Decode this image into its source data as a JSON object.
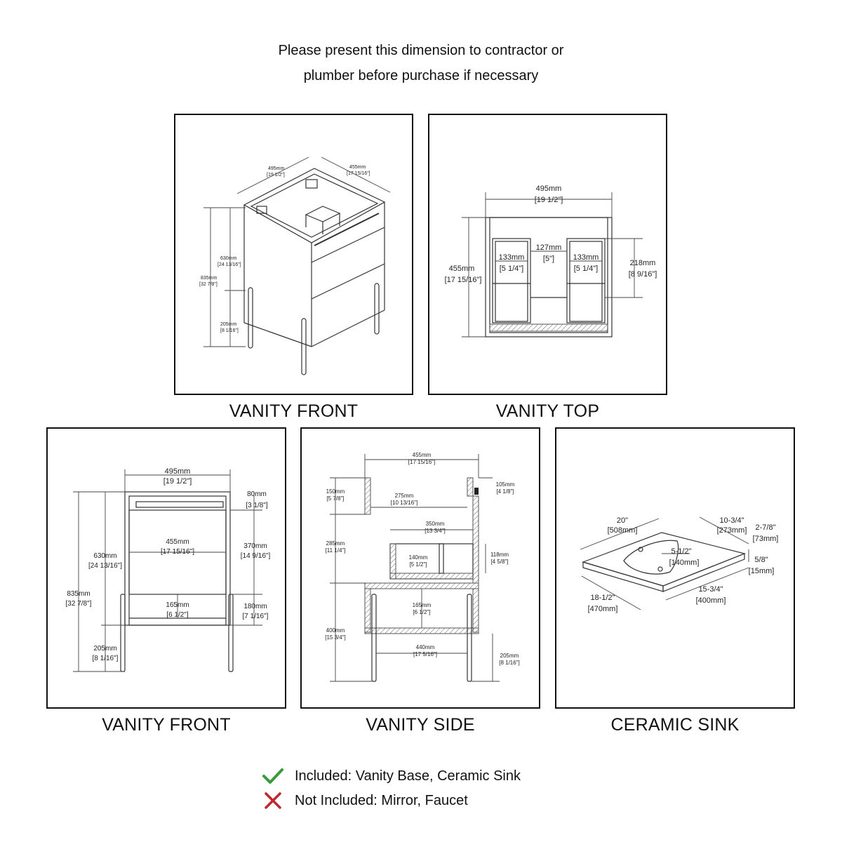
{
  "header": {
    "line1": "Please present this dimension to contractor or",
    "line2": "plumber before purchase if necessary"
  },
  "panels": {
    "front_iso": {
      "caption": "VANITY FRONT",
      "labels": {
        "w_mm": "495mm",
        "w_in": "[19 1/2\"]",
        "d_mm": "455mm",
        "d_in": "[17 15/16\"]",
        "cab_mm": "630mm",
        "cab_in": "[24 13/16\"]",
        "tot_mm": "835mm",
        "tot_in": "[32 7/8\"]",
        "leg_mm": "205mm",
        "leg_in": "[8 1/16\"]"
      }
    },
    "top": {
      "caption": "VANITY TOP",
      "labels": {
        "w_mm": "495mm",
        "w_in": "[19 1/2\"]",
        "d_mm": "455mm",
        "d_in": "[17 15/16\"]",
        "l_mm": "133mm",
        "l_in": "[5 1/4\"]",
        "c_mm": "127mm",
        "c_in": "[5\"]",
        "r_mm": "133mm",
        "r_in": "[5 1/4\"]",
        "h_mm": "218mm",
        "h_in": "[8 9/16\"]"
      }
    },
    "front": {
      "caption": "VANITY FRONT",
      "labels": {
        "w_mm": "495mm",
        "w_in": "[19 1/2\"]",
        "top_mm": "80mm",
        "top_in": "[3 1/8\"]",
        "door_mm": "455mm",
        "door_in": "[17 15/16\"]",
        "cab_mm": "630mm",
        "cab_in": "[24 13/16\"]",
        "tot_mm": "835mm",
        "tot_in": "[32 7/8\"]",
        "r370_mm": "370mm",
        "r370_in": "[14 9/16\"]",
        "shelf_mm": "165mm",
        "shelf_in": "[6 1/2\"]",
        "r180_mm": "180mm",
        "r180_in": "[7 1/16\"]",
        "leg_mm": "205mm",
        "leg_in": "[8 1/16\"]"
      }
    },
    "side": {
      "caption": "VANITY SIDE",
      "labels": {
        "d_mm": "455mm",
        "d_in": "[17 15/16\"]",
        "t150_mm": "150mm",
        "t150_in": "[5 7/8\"]",
        "i275_mm": "275mm",
        "i275_in": "[10 13/16\"]",
        "r105_mm": "105mm",
        "r105_in": "[4 1/8\"]",
        "i350_mm": "350mm",
        "i350_in": "[13 3/4\"]",
        "l285_mm": "285mm",
        "l285_in": "[11 1/4\"]",
        "i140_mm": "140mm",
        "i140_in": "[5 1/2\"]",
        "r118_mm": "118mm",
        "r118_in": "[4 5/8\"]",
        "i165_mm": "165mm",
        "i165_in": "[6 1/2\"]",
        "l400_mm": "400mm",
        "l400_in": "[15 3/4\"]",
        "b440_mm": "440mm",
        "b440_in": "[17 5/16\"]",
        "r205_mm": "205mm",
        "r205_in": "[8 1/16\"]"
      }
    },
    "sink": {
      "caption": "CERAMIC SINK",
      "labels": {
        "w_in": "20\"",
        "w_mm": "[508mm]",
        "d_in": "10-3/4\"",
        "d_mm": "[273mm]",
        "h_in": "2-7/8\"",
        "h_mm": "[73mm]",
        "bowl_in": "5-1/2\"",
        "bowl_mm": "[140mm]",
        "rim_in": "5/8\"",
        "rim_mm": "[15mm]",
        "bd_in": "15-3/4\"",
        "bd_mm": "[400mm]",
        "tot_in": "18-1/2\"",
        "tot_mm": "[470mm]"
      }
    }
  },
  "legend": {
    "included": "Included: Vanity Base, Ceramic Sink",
    "not_included": "Not Included: Mirror, Faucet",
    "check_color": "#3a9a3a",
    "cross_color": "#c0262b"
  }
}
